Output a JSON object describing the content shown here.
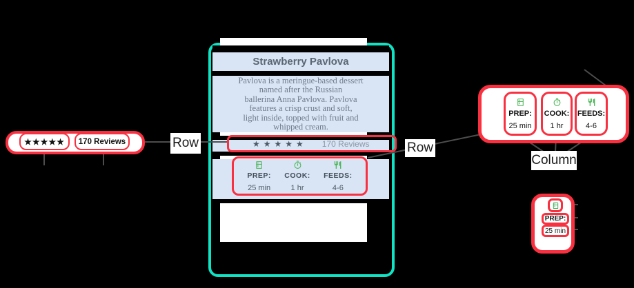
{
  "colors": {
    "background": "#000000",
    "annotation_red": "#f83040",
    "column_teal": "#0fe3c3",
    "panel_blue": "#d9e4f4",
    "icon_green": "#4fb65a",
    "connector_line": "#4d4d4d"
  },
  "center_card": {
    "title": "Strawberry Pavlova",
    "description": "Pavlova is a meringue-based dessert\nnamed after the Russian\nballerina Anna Pavlova. Pavlova\nfeatures a crisp crust and soft,\nlight inside, topped with fruit and\nwhipped cream.",
    "ratings": {
      "stars": "★★★★★",
      "reviews": "170 Reviews"
    },
    "details": [
      {
        "icon": "kitchen-icon",
        "label": "PREP:",
        "value": "25 min"
      },
      {
        "icon": "timer-icon",
        "label": "COOK:",
        "value": "1 hr"
      },
      {
        "icon": "restaurant-icon",
        "label": "FEEDS:",
        "value": "4-6"
      }
    ]
  },
  "callouts": {
    "ratings_row": {
      "stars": "★★★★★",
      "reviews": "170 Reviews"
    },
    "row_label_left": "Row",
    "row_label_right": "Row",
    "column_label": "Column",
    "single_item": {
      "label": "PREP:",
      "value": "25 min"
    }
  }
}
